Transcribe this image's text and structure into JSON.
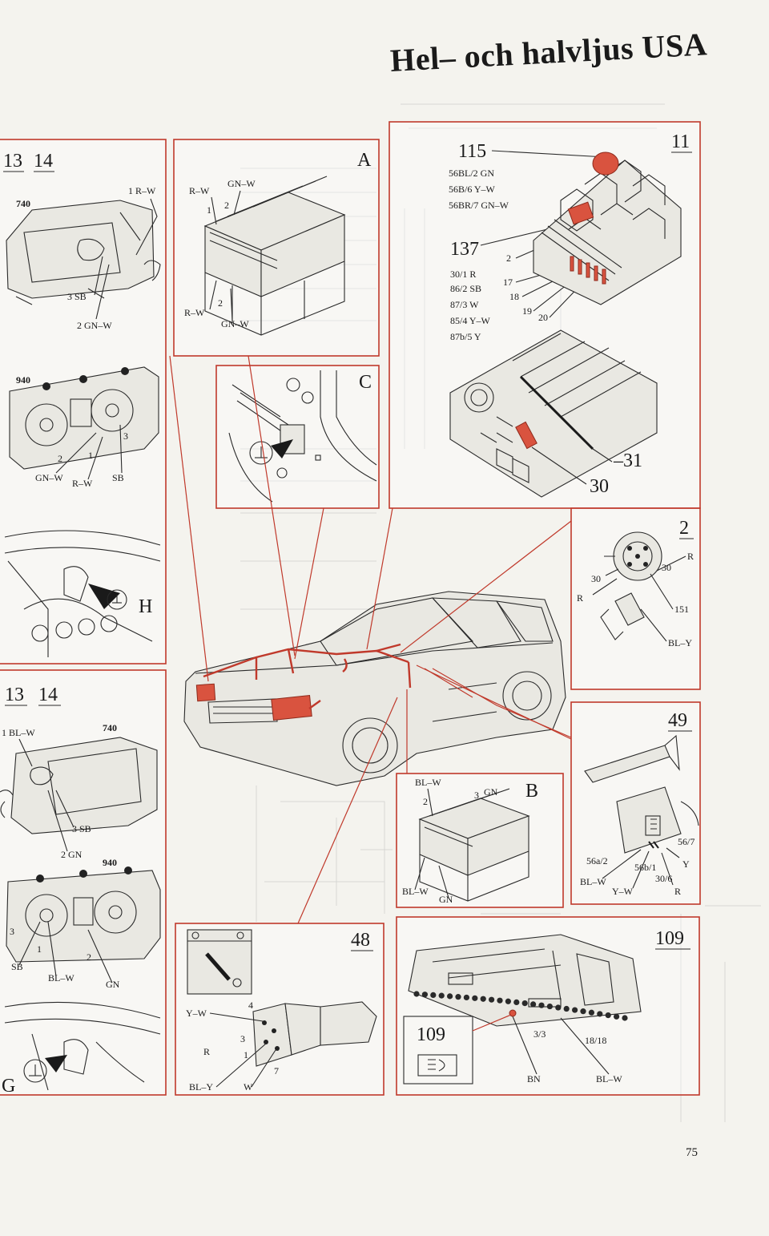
{
  "title": "Hel– och halvljus USA",
  "page_number": "75",
  "colors": {
    "frame": "#c0392b",
    "highlight": "#d9533f",
    "paper": "#f4f3ee"
  },
  "panel_tl": {
    "ids": [
      "13",
      "14"
    ],
    "model_a": "740",
    "model_b": "940",
    "wires_a": [
      "1 R–W",
      "3 SB",
      "2 GN–W"
    ],
    "wires_b": [
      "2",
      "1",
      "3",
      "GN–W",
      "R–W",
      "SB"
    ],
    "ground": "H"
  },
  "panel_a": {
    "letter": "A",
    "wires": [
      "R–W",
      "GN–W",
      "1",
      "2",
      "R–W",
      "2",
      "GN–W"
    ]
  },
  "panel_c": {
    "letter": "C"
  },
  "panel_11": {
    "id": "11",
    "relay": "115",
    "relay_wires": [
      "56BL/2 GN",
      "56B/6 Y–W",
      "56BR/7 GN–W"
    ],
    "relay2": "137",
    "pins": [
      "2",
      "17",
      "18",
      "19",
      "20"
    ],
    "relay2_wires": [
      "30/1 R",
      "86/2 SB",
      "87/3 W",
      "85/4 Y–W",
      "87b/5 Y"
    ],
    "fuse_labels": [
      "–31",
      "30"
    ]
  },
  "panel_2": {
    "id": "2",
    "labels": [
      "R",
      "30",
      "30",
      "R",
      "151",
      "BL–Y"
    ]
  },
  "panel_49": {
    "id": "49",
    "labels": [
      "56/7",
      "56a/2",
      "Y",
      "56b/1",
      "BL–W",
      "30/6",
      "Y–W",
      "R"
    ]
  },
  "panel_bl": {
    "ids": [
      "13",
      "14"
    ],
    "model_a": "740",
    "model_b": "940",
    "wires_a": [
      "1 BL–W",
      "3 SB",
      "2 GN"
    ],
    "wires_b": [
      "3",
      "1",
      "2",
      "SB",
      "BL–W",
      "GN"
    ],
    "ground": "G"
  },
  "panel_b": {
    "letter": "B",
    "wires": [
      "BL–W",
      "2",
      "3",
      "GN",
      "BL–W",
      "GN"
    ]
  },
  "panel_48": {
    "id": "48",
    "wires": [
      "Y–W",
      "4",
      "3",
      "R",
      "1",
      "7",
      "BL–Y",
      "W"
    ]
  },
  "panel_109": {
    "id": "109",
    "inset_id": "109",
    "wires": [
      "3/3",
      "18/18",
      "BN",
      "BL–W"
    ]
  }
}
